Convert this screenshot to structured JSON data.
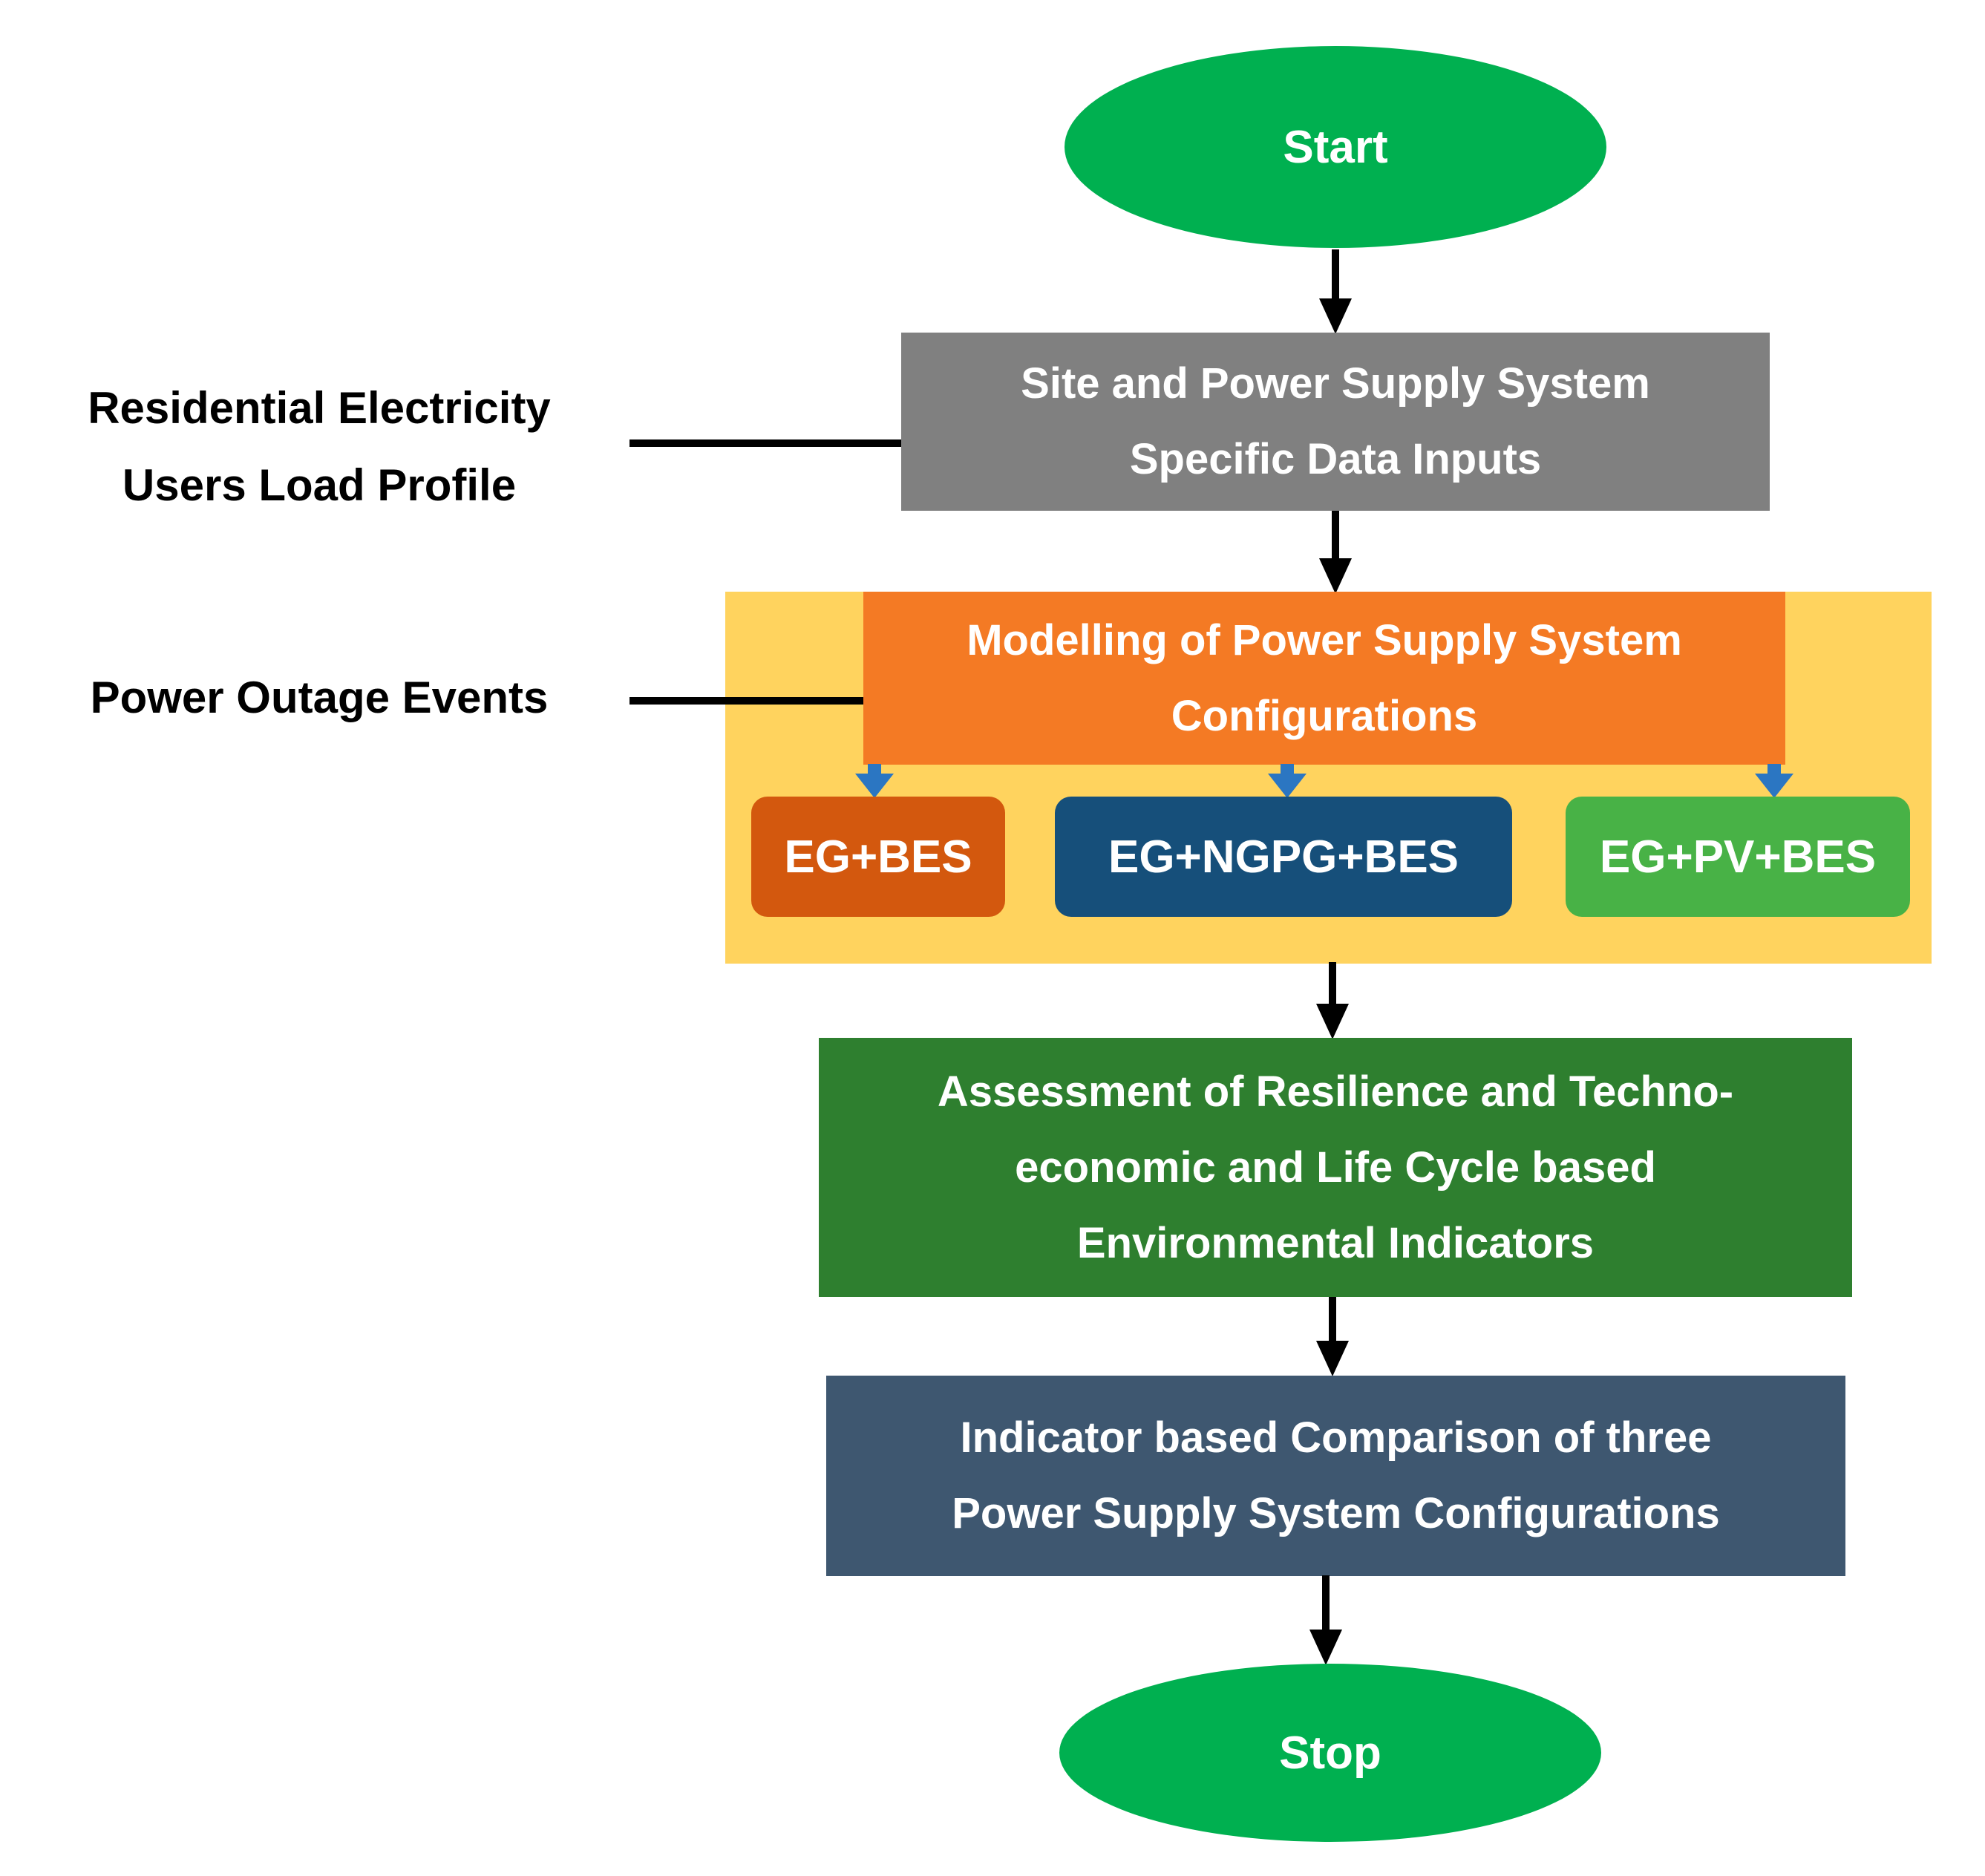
{
  "colors": {
    "terminal_green": "#00B050",
    "inputs_gray": "#808080",
    "modelling_bg_yellow": "#FFD35E",
    "modelling_orange": "#F47A24",
    "eg_bes_orange": "#D3580E",
    "eg_ngpg_bes_blue": "#164F7A",
    "eg_pv_bes_green": "#48B246",
    "assessment_green": "#2E7F2F",
    "comparison_slate": "#3E5770",
    "connector_black": "#000000",
    "branch_arrow_blue": "#2B76C2",
    "label_black": "#000000",
    "node_text_white": "#FFFFFF"
  },
  "flow": {
    "start": {
      "label": "Start"
    },
    "inputs": {
      "lines": [
        "Site and Power Supply System",
        "Specific Data Inputs"
      ]
    },
    "modelling": {
      "lines": [
        "Modelling of Power Supply System",
        "Configurations"
      ]
    },
    "configurations": [
      {
        "label": "EG+BES"
      },
      {
        "label": "EG+NGPG+BES"
      },
      {
        "label": "EG+PV+BES"
      }
    ],
    "assessment": {
      "lines": [
        "Assessment of Resilience and Techno-",
        "economic and Life Cycle based",
        "Environmental Indicators"
      ]
    },
    "comparison": {
      "lines": [
        "Indicator based Comparison of three",
        "Power Supply System Configurations"
      ]
    },
    "stop": {
      "label": "Stop"
    }
  },
  "annotations": {
    "load_profile": {
      "lines": [
        "Residential Electricity",
        "Users Load Profile"
      ]
    },
    "outage": {
      "lines": [
        "Power Outage Events"
      ]
    }
  }
}
